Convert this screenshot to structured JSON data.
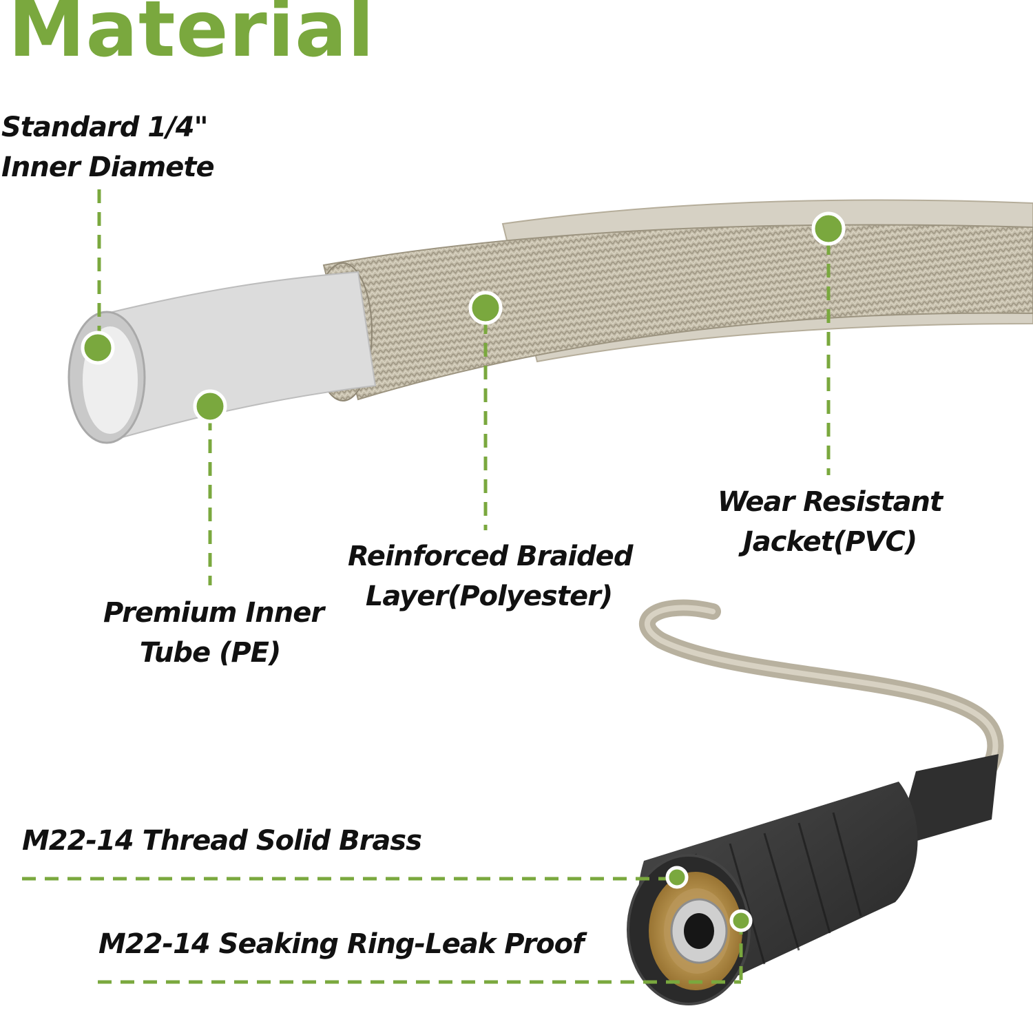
{
  "title": "Material",
  "colors": {
    "accent": "#7aa83e",
    "text": "#111111",
    "braid": "#c2bba8",
    "inner_tube": "#d8d8d8",
    "fitting": "#3a3a3a",
    "brass": "#b08a3a"
  },
  "labels": {
    "inner_diameter": {
      "line1": "Standard 1/4\"",
      "line2": "Inner Diamete"
    },
    "inner_tube": {
      "line1": "Premium Inner",
      "line2": "Tube (PE)"
    },
    "braided_layer": {
      "line1": "Reinforced Braided",
      "line2": "Layer(Polyester)"
    },
    "jacket": {
      "line1": "Wear Resistant",
      "line2": "Jacket(PVC)"
    },
    "thread": "M22-14 Thread Solid Brass",
    "sealing_ring": "M22-14 Seaking Ring-Leak Proof"
  }
}
